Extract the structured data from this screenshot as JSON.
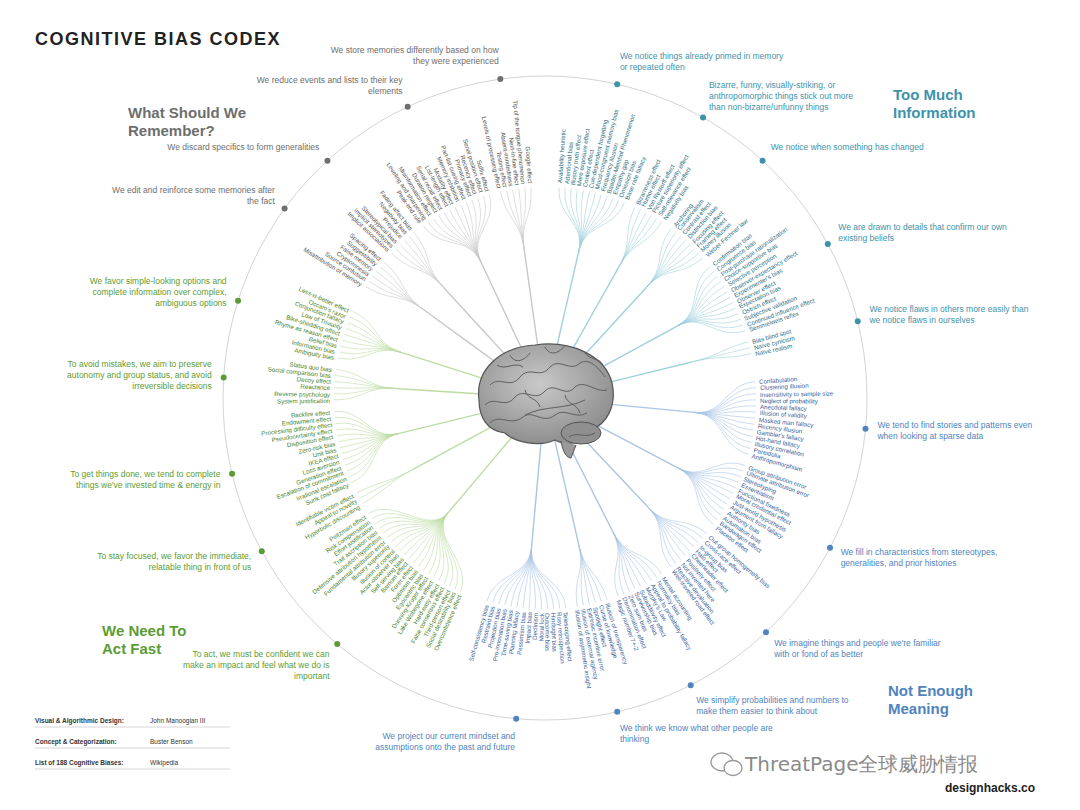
{
  "diagram": {
    "title": "COGNITIVE BIAS CODEX",
    "labels": [
      "Too Much Information",
      "We notice things already primed in memory or repeated often",
      "Availability heuristic",
      "Attentional bias",
      "Illusory truth effect",
      "Mere exposure effect",
      "Context effect",
      "Cue-dependent forgetting",
      "Mood-congruent memory bias",
      "Frequency illusion",
      "Baader-Meinhof Phenomenon",
      "Empathy gap",
      "Omission bias",
      "Base rate fallacy",
      "Bizarre, funny, visually-striking, or anthropomorphic things stick out more than non-bizarre/unfunny things",
      "Bizarreness effect",
      "Humor effect",
      "Von Restorff effect",
      "Picture superiority effect",
      "Self-relevance effect",
      "Negativity bias",
      "We notice when something has changed",
      "Anchoring",
      "Conservatism",
      "Contrast effect",
      "Distinction bias",
      "Focusing effect",
      "Framing effect",
      "Money illusion",
      "Weber-Fechner law",
      "We are drawn to details that confirm our own existing beliefs",
      "Confirmation bias",
      "Congruence bias",
      "Post-purchase rationalization",
      "Choice-supportive bias",
      "Selective perception",
      "Observer-expectancy effect",
      "Experimenter's bias",
      "Observer effect",
      "Expectation bias",
      "Ostrich effect",
      "Subjective validation",
      "Continued influence effect",
      "Semmelweis reflex",
      "We notice flaws in others more easily than we notice flaws in ourselves",
      "Bias blind spot",
      "Naïve cynicism",
      "Naïve realism",
      "Not Enough Meaning",
      "We tend to find stories and patterns even when looking at sparse data",
      "Confabulation",
      "Clustering illusion",
      "Insensitivity to sample size",
      "Neglect of probability",
      "Anecdotal fallacy",
      "Illusion of validity",
      "Masked man fallacy",
      "Recency illusion",
      "Gambler's fallacy",
      "Hot-hand fallacy",
      "Illusory correlation",
      "Pareidolia",
      "Anthropomorphism",
      "We fill in characteristics from stereotypes, generalities, and prior histories",
      "Group attribution error",
      "Ultimate attribution error",
      "Stereotyping",
      "Essentialism",
      "Functional fixedness",
      "Moral credential effect",
      "Just-world hypothesis",
      "Argument from fallacy",
      "Authority bias",
      "Automation bias",
      "Bandwagon effect",
      "Placebo effect",
      "We imagine things and people we're familiar with or fond of as better",
      "Out-group homogeneity bias",
      "Cross-race effect",
      "In-group bias",
      "Halo effect",
      "Cheerleader effect",
      "Positivity effect",
      "Not invented here",
      "Reactive devaluation",
      "Well-traveled road effect",
      "We simplify probabilities and numbers to make them easier to think about",
      "Mental accounting",
      "Normalcy bias",
      "Appeal to probability fallacy",
      "Murphy's Law",
      "Subadditivity effect",
      "Survivorship bias",
      "Zero sum bias",
      "Denomination effect",
      "Magic number 7+-2",
      "We think we know what other people are thinking",
      "Illusion of transparency",
      "Curse of knowledge",
      "Spotlight effect",
      "Extrinsic incentive error",
      "Illusion of external agency",
      "Illusion of asymmetric insight",
      "We project our current mindset and assumptions onto the past and future",
      "Telescoping effect",
      "Rosy retrospection",
      "Hindsight bias",
      "Outcome bias",
      "Moral luck",
      "Declinism",
      "Impact bias",
      "Pessimism bias",
      "Planning fallacy",
      "Time-saving bias",
      "Pro-innovation bias",
      "Projection bias",
      "Restraint bias",
      "Self-consistency bias",
      "We Need To Act Fast",
      "To act, we must be confident we can make an impact and feel what we do is important",
      "Overconfidence effect",
      "Social desirability bias",
      "Third-person effect",
      "False consensus effect",
      "Hard-easy effect",
      "Lake Wobegone effect",
      "Dunning-Kruger effect",
      "Egocentric bias",
      "Optimism bias",
      "Forer effect",
      "Barnum effect",
      "Self-serving bias",
      "Actor-observer bias",
      "Illusion of control",
      "Illusory superiority",
      "Fundamental attribution error",
      "Defensive attribution hypothesis",
      "Trait ascription bias",
      "Effort justification",
      "Risk compensation",
      "Peltzman effect",
      "To stay focused, we favor the immediate, relatable thing in front of us",
      "Hyperbolic discounting",
      "Appeal to novelty",
      "Identifiable victim effect",
      "To get things done, we tend to complete things we've invested time & energy in",
      "Sunk cost fallacy",
      "Irrational escalation",
      "Escalation of commitment",
      "Generation effect",
      "Loss aversion",
      "IKEA effect",
      "Unit bias",
      "Zero-risk bias",
      "Disposition effect",
      "Pseudocertainty effect",
      "Processing difficulty effect",
      "Endowment effect",
      "Backfire effect",
      "To avoid mistakes, we aim to preserve autonomy and group status, and avoid irreversible decisions",
      "System justification",
      "Reverse psychology",
      "Reactance",
      "Decoy effect",
      "Social comparison bias",
      "Status quo bias",
      "We favor simple-looking options and complete information over complex, ambiguous options",
      "Ambiguity bias",
      "Information bias",
      "Belief bias",
      "Rhyme as reason effect",
      "Bike-shedding effect",
      "Law of Triviality",
      "Conjunction fallacy",
      "Occam's razor",
      "Less-is-better effect",
      "What Should We Remember?",
      "We edit and reinforce some memories after the fact",
      "Misattribution of memory",
      "Source confusion",
      "Cryptomnesia",
      "False memory",
      "Suggestibility",
      "Spacing effect",
      "We discard specifics to form generalities",
      "Implicit associations",
      "Implicit stereotypes",
      "Stereotypical bias",
      "Prejudice",
      "Negativity bias",
      "Fading affect bias",
      "We reduce events and lists to their key elements",
      "Peak-end rule",
      "Leveling and sharpening",
      "Misinformation effect",
      "Duration neglect",
      "Serial recall effect",
      "List-length effect",
      "Modality effect",
      "Memory inhibition",
      "Part-list cueing effect",
      "Primacy effect",
      "Recency effect",
      "Serial position effect",
      "Suffix effect",
      "We store memories differently based on how they were experienced",
      "Levels of processing effect",
      "Testing effect",
      "Absent-mindedness",
      "Next-in-line effect",
      "Tip of the tongue phenomenon",
      "Google effect",
      "Visual & Algorithmic Design:",
      "John Manoogian III",
      "Concept & Categorization:",
      "Buster Benson",
      "List of 188 Cognitive Biases:",
      "Wikipedia",
      "designhacks.co",
      "ThreatPage全球威胁情报"
    ]
  }
}
